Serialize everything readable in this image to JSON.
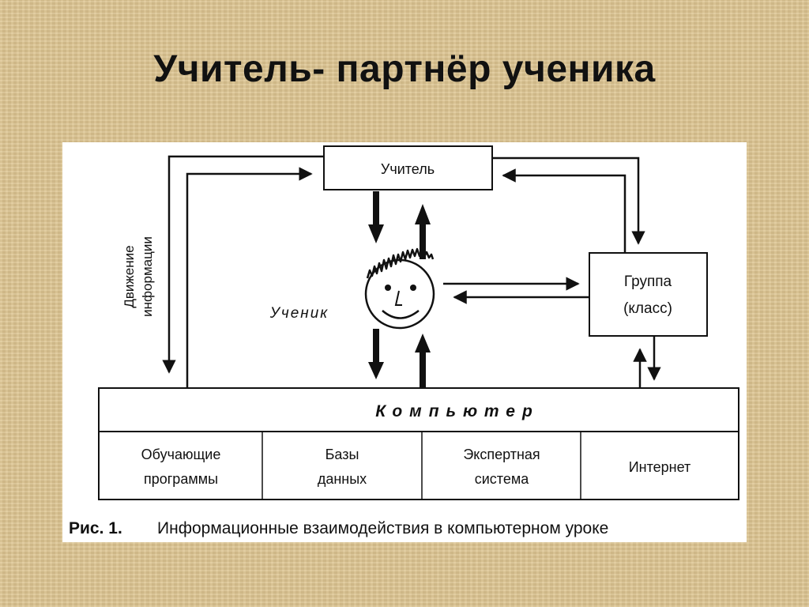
{
  "slide": {
    "title": "Учитель- партнёр ученика"
  },
  "diagram": {
    "teacher_label": "Учитель",
    "student_label": "Ученик",
    "group_label_line1": "Группа",
    "group_label_line2": "(класс)",
    "computer_label": "Компьютер",
    "info_flow_line1": "Движение",
    "info_flow_line2": "информации",
    "modules": [
      {
        "line1": "Обучающие",
        "line2": "программы"
      },
      {
        "line1": "Базы",
        "line2": "данных"
      },
      {
        "line1": "Экспертная",
        "line2": "система"
      },
      {
        "line1": "Интернет",
        "line2": ""
      }
    ],
    "caption_prefix": "Рис. 1.",
    "caption_text": "Информационные взаимодействия в компьютерном уроке"
  }
}
